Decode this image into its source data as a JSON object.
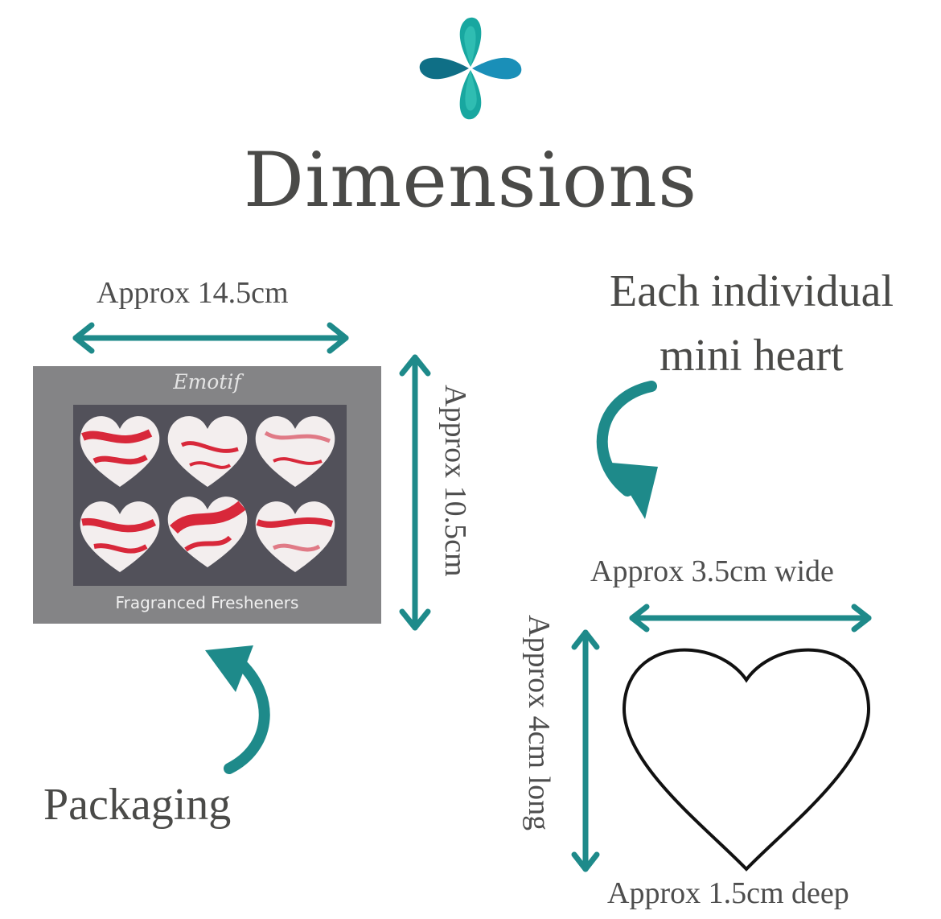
{
  "title": "Dimensions",
  "packaging": {
    "width_label": "Approx 14.5cm",
    "height_label": "Approx 10.5cm",
    "caption": "Packaging",
    "box": {
      "brand": "Emotif",
      "product_name": "Fragranced Fresheners",
      "heart_count": 6
    }
  },
  "heart": {
    "heading_line1": "Each individual",
    "heading_line2": "mini heart",
    "width_label": "Approx 3.5cm wide",
    "length_label": "Approx 4cm long",
    "depth_label": "Approx 1.5cm deep"
  },
  "colors": {
    "accent": "#1e8a8a",
    "logo_teal": "#18a7a0",
    "logo_blue": "#1a8fb8",
    "logo_dark": "#0f6f86",
    "box_grey": "#848486",
    "heart_red": "#d8283a"
  },
  "icons": {
    "logo": "four-petal-swirl-logo",
    "arrows": "double-headed-arrow",
    "curved": "curved-arrow"
  }
}
